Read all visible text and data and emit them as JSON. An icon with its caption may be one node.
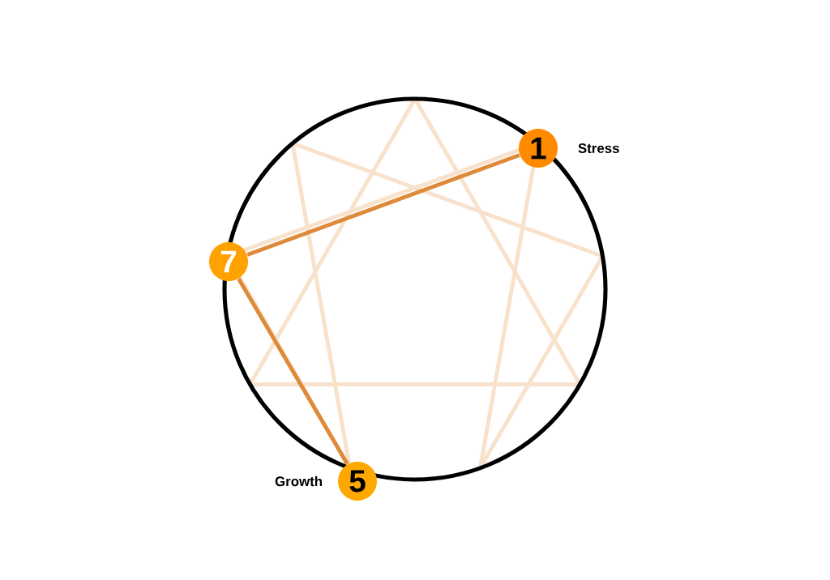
{
  "diagram": {
    "nodes": [
      {
        "text": [
          "1"
        ],
        "beside": [
          "Stress"
        ]
      },
      {
        "text": [
          "7"
        ]
      },
      {
        "text": [
          "5"
        ],
        "beside": [
          "Growth"
        ]
      }
    ],
    "edges": [
      {
        "from": 0,
        "to": 1,
        "arrow": "none"
      },
      {
        "from": 1,
        "to": 2,
        "arrow": "none"
      }
    ]
  }
}
